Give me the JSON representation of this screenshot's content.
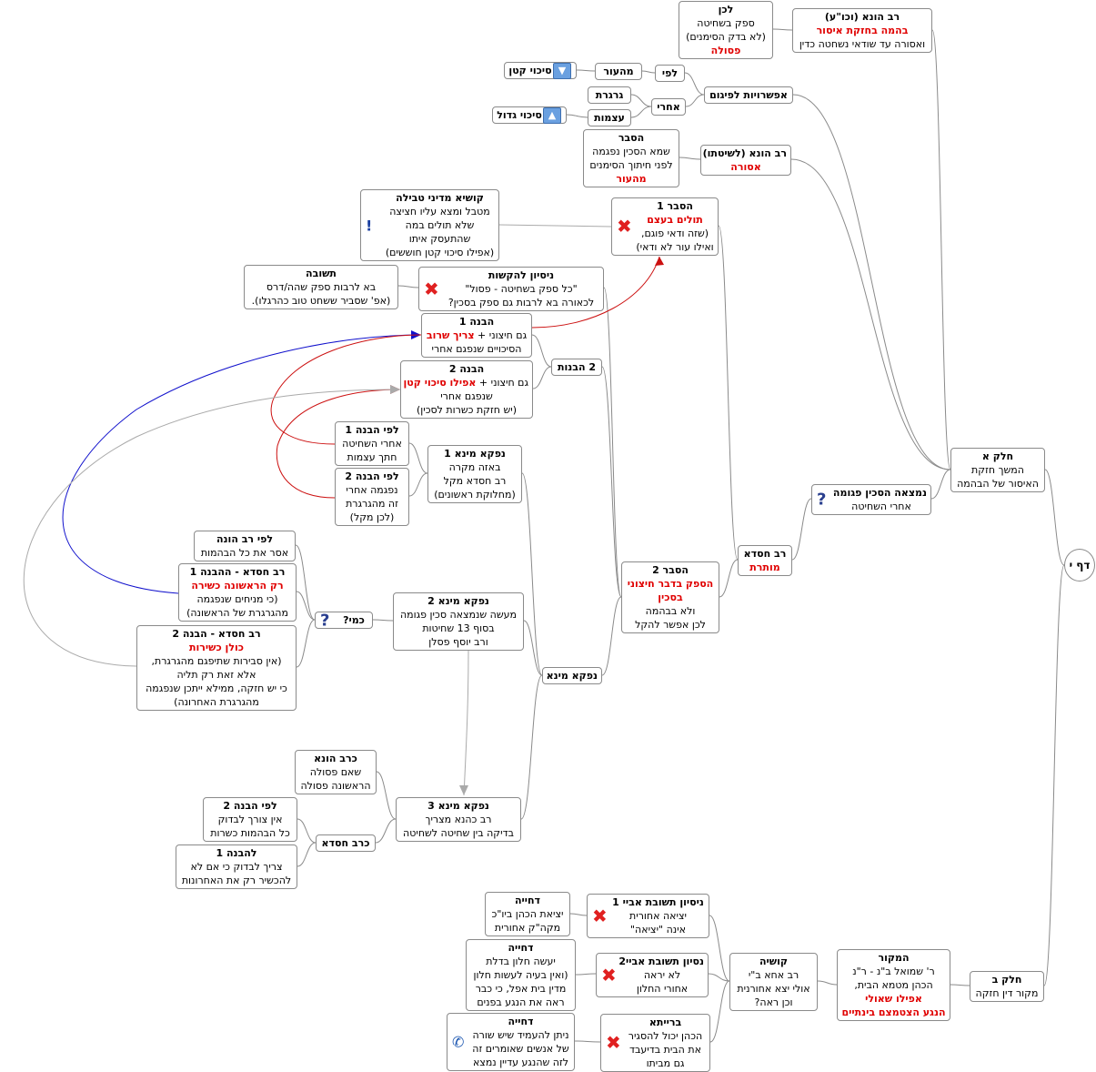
{
  "root": "דף י",
  "nodes": {
    "n1": {
      "lines": [
        "לכן",
        "ספק בשחיטה",
        "(לא בדק הסימנים)",
        "פסולה"
      ],
      "red": [
        3
      ],
      "bold": [
        0
      ]
    },
    "n2": {
      "lines": [
        "רב הונא (וכו\"ע)",
        "בהמה בחזקת איסור",
        "ואסורה עד שודאי נשחטה כדין"
      ],
      "red": [
        1
      ],
      "bold": [
        0
      ]
    },
    "n3": {
      "lines": [
        "מהעור"
      ],
      "bold": [
        0
      ]
    },
    "n4": {
      "lines": [
        "לפי"
      ],
      "bold": [
        0
      ]
    },
    "n5": {
      "lines": [
        "סיכוי קטן"
      ],
      "bold": [
        0
      ],
      "icon": "down-arrow-icon",
      "glyph": "▼"
    },
    "n6": {
      "lines": [
        "גרגרת"
      ],
      "bold": [
        0
      ]
    },
    "n7": {
      "lines": [
        "אחרי"
      ],
      "bold": [
        0
      ]
    },
    "n8": {
      "lines": [
        "אפשרויות לפיגום"
      ],
      "bold": [
        0
      ]
    },
    "n9": {
      "lines": [
        "עצמות"
      ],
      "bold": [
        0
      ]
    },
    "n10": {
      "lines": [
        "סיכוי גדול"
      ],
      "bold": [
        0
      ],
      "icon": "up-arrow-icon",
      "glyph": "▲"
    },
    "n11": {
      "lines": [
        "הסבר",
        "שמא הסכין נפגמה",
        "לפני חיתוך הסימנים",
        "מהעור"
      ],
      "red": [
        3
      ],
      "bold": [
        0
      ]
    },
    "n12": {
      "lines": [
        "רב הונא (לשיטתו)",
        "אסורה"
      ],
      "red": [
        1
      ],
      "bold": [
        0
      ]
    },
    "n13": {
      "lines": [
        "קושיא מדיני טבילה",
        "מטבל ומצא עליו חציצה",
        "שלא תולים במה",
        "שהתעסק איתו",
        "(אפילו סיכוי קטן חוששים)"
      ],
      "bold": [
        0
      ],
      "icon": "exclamation-icon",
      "glyph": "!"
    },
    "n14": {
      "lines": [
        "הסבר 1",
        "תולים בעצם",
        "(שזה ודאי פוגם,",
        "ואילו עור לא ודאי)"
      ],
      "red": [
        1
      ],
      "bold": [
        0
      ],
      "icon": "cross-icon",
      "glyph": "✖"
    },
    "n15": {
      "lines": [
        "תשובה",
        "בא לרבות ספק שהה/דרס",
        "(אפ' שסביר ששחט טוב כהרגלו)."
      ],
      "bold": [
        0
      ]
    },
    "n16": {
      "lines": [
        "ניסיון להקשות",
        "\"כל ספק בשחיטה - פסול\"",
        "לכאורה בא לרבות גם ספק בסכין?"
      ],
      "bold": [
        0
      ],
      "icon": "cross-icon",
      "glyph": "✖"
    },
    "n17": {
      "lines": [
        "הבנה 1",
        "גם חיצוני + צריך שרוב",
        "הסיכויים שנפגם אחרי"
      ],
      "bold": [
        0
      ],
      "mixed": {
        "1": [
          "גם חיצוני + ",
          "צריך שרוב"
        ]
      }
    },
    "n18": {
      "lines": [
        "2 הבנות"
      ],
      "bold": [
        0
      ]
    },
    "n19": {
      "lines": [
        "הבנה 2",
        "גם חיצוני + אפילו סיכוי קטן",
        "שנפגם אחרי",
        "(יש חזקת כשרות לסכין)"
      ],
      "bold": [
        0
      ],
      "mixed": {
        "1": [
          "גם חיצוני + ",
          "אפילו סיכוי קטן"
        ]
      }
    },
    "n20": {
      "lines": [
        "לפי הבנה 1",
        "אחרי השחיטה",
        "חתך עצמות"
      ],
      "bold": [
        0
      ]
    },
    "n21": {
      "lines": [
        "נפקא מינא 1",
        "באזה מקרה",
        "רב חסדא מקל",
        "(מחלוקת ראשונים)"
      ],
      "bold": [
        0
      ]
    },
    "n22": {
      "lines": [
        "לפי הבנה 2",
        "נפגמה אחרי",
        "זה מהגרגרת",
        "(לכן מקל)"
      ],
      "bold": [
        0
      ]
    },
    "n23": {
      "lines": [
        "חלק א",
        "המשך חזקת",
        "האיסור של הבהמה"
      ],
      "bold": [
        0
      ]
    },
    "n24": {
      "lines": [
        "נמצאה הסכין פגומה",
        "אחרי השחיטה"
      ],
      "bold": [
        0
      ],
      "icon": "question-icon",
      "glyph": "?"
    },
    "n25": {
      "lines": [
        "לפי רב הונה",
        "אסר את כל הבהמות"
      ],
      "bold": [
        0
      ]
    },
    "n26": {
      "lines": [
        "רב חסדא - ההבנה 1",
        "רק הראשונה כשירה",
        "(כי מניחים שנפגמה",
        "מהגרגרת של הראשונה)"
      ],
      "red": [
        1
      ],
      "bold": [
        0
      ]
    },
    "n27": {
      "lines": [
        "כמי?"
      ],
      "bold": [
        0
      ],
      "icon": "question-icon",
      "glyph": "?"
    },
    "n28": {
      "lines": [
        "נפקא מינא 2",
        "מעשה שנמצאה סכין פגומה",
        "בסוף 13 שחיטות",
        "ורב יוסף פסלן"
      ],
      "bold": [
        0
      ]
    },
    "n29": {
      "lines": [
        "הסבר 2",
        "הספק בדבר חיצוני",
        "בסכין",
        "ולא בבהמה",
        "לכן אפשר להקל"
      ],
      "red": [
        1,
        2
      ],
      "bold": [
        0
      ]
    },
    "n30": {
      "lines": [
        "רב חסדא",
        "מותרת"
      ],
      "red": [
        1
      ],
      "bold": [
        0
      ]
    },
    "n31": {
      "lines": [
        "רב חסדא - הבנה 2",
        "כולן כשירות",
        "(אין סבירות שתיפגם מהגרגרת,",
        "אלא זאת רק תליה",
        "כי יש חזקה, ממילא ייתכן שנפגמה",
        "מהגרגרת האחרונה)"
      ],
      "red": [
        1
      ],
      "bold": [
        0
      ]
    },
    "n32": {
      "lines": [
        "נפקא מינא"
      ],
      "bold": [
        0
      ]
    },
    "n33": {
      "lines": [
        "כרב הונא",
        "שאם פסולה",
        "הראשונה פסולה"
      ],
      "bold": [
        0
      ]
    },
    "n34": {
      "lines": [
        "לפי הבנה 2",
        "אין צורך לבדוק",
        "כל הבהמות כשרות"
      ],
      "bold": [
        0
      ]
    },
    "n35": {
      "lines": [
        "נפקא מינא 3",
        "רב כהנא מצריך",
        "בדיקה בין שחיטה לשחיטה"
      ],
      "bold": [
        0
      ]
    },
    "n36": {
      "lines": [
        "כרב חסדא"
      ],
      "bold": [
        0
      ]
    },
    "n37": {
      "lines": [
        "להבנה 1",
        "צריך לבדוק כי אם לא",
        "להכשיר רק את האחרונות"
      ],
      "bold": [
        0
      ]
    },
    "n38": {
      "lines": [
        "דחייה",
        "יציאת הכהן ביו\"כ",
        "מקה\"ק אחורית"
      ],
      "bold": [
        0
      ]
    },
    "n39": {
      "lines": [
        "ניסיון תשובת אביי 1",
        "יציאה אחורית",
        "אינה \"יציאה\""
      ],
      "bold": [
        0
      ],
      "icon": "cross-icon",
      "glyph": "✖"
    },
    "n40": {
      "lines": [
        "דחייה",
        "יעשה חלון בדלת",
        "(ואין בעיה לעשות חלון",
        "מדין בית אפל, כי כבר",
        "ראה את הנגע בפנים"
      ],
      "bold": [
        0
      ]
    },
    "n41": {
      "lines": [
        "נסיון תשובת אביי2",
        "לא יראה",
        "אחורי החלון"
      ],
      "bold": [
        0
      ],
      "icon": "cross-icon",
      "glyph": "✖"
    },
    "n42": {
      "lines": [
        "קושיה",
        "רב אחא ב\"י",
        "אולי יצא אחורנית",
        "וכן ראה?"
      ],
      "bold": [
        0
      ]
    },
    "n43": {
      "lines": [
        "המקור",
        "ר' שמואל ב\"נ - ר\"נ",
        "הכהן מטמא הבית,",
        "אפילו שאולי",
        "הנגע הצטמצם בינתיים"
      ],
      "red": [
        3,
        4
      ],
      "bold": [
        0
      ]
    },
    "n44": {
      "lines": [
        "חלק ב",
        "מקור דין חזקה"
      ],
      "bold": [
        0
      ]
    },
    "n45": {
      "lines": [
        "דחייה",
        "ניתן להעמיד שיש שורה",
        "של אנשים שאומרים זה",
        "לזה שהנגע עדיין נמצא"
      ],
      "bold": [
        0
      ],
      "icon": "phone-icon",
      "glyph": "✆"
    },
    "n46": {
      "lines": [
        "ברייתא",
        "הכהן יכול להסגיר",
        "את הבית בדיעבד",
        "גם מביתו"
      ],
      "bold": [
        0
      ],
      "icon": "cross-icon",
      "glyph": "✖"
    }
  },
  "colors": {
    "red_text": "#e00000",
    "blue_link": "#1010cc",
    "red_link": "#cc1010",
    "gray_link": "#aaaaaa",
    "border": "#8a8a8a"
  }
}
